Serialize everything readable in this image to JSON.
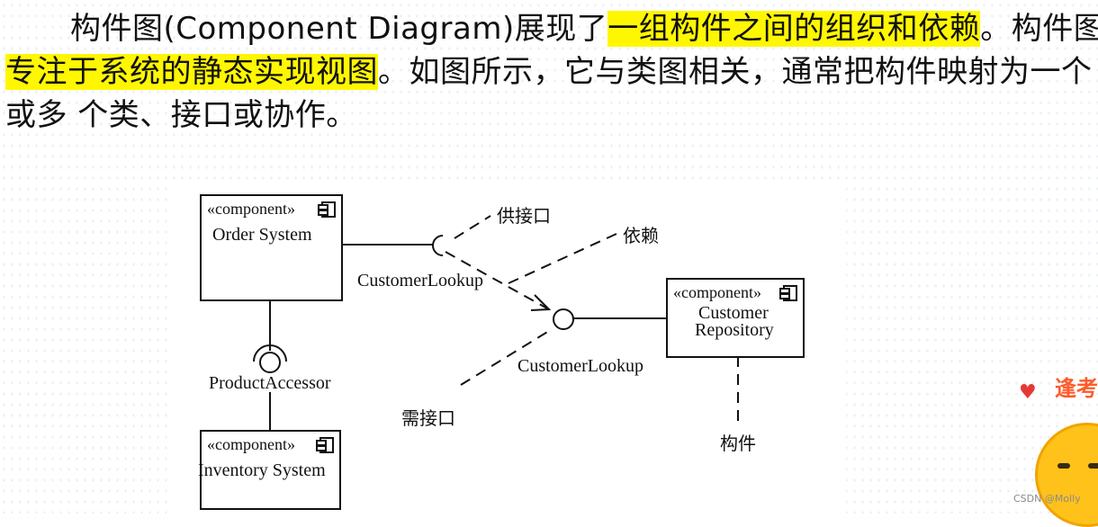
{
  "text": {
    "line1_pre": "构件图(Component Diagram)展现了",
    "line1_hl": "一组构件之间的组织和依赖",
    "line1_post": "。构件图",
    "line2_hl": "专注于系统的静态实现视图",
    "line2_post": "。如图所示，它与类图相关，通常把构件映射为一个",
    "line3": "或多 个类、接口或协作。"
  },
  "diagram": {
    "components": [
      {
        "stereotype": "«component»",
        "name": "Order System"
      },
      {
        "stereotype": "«component»",
        "name_line1": "Customer",
        "name_line2": "Repository"
      },
      {
        "stereotype": "«component»",
        "name": "Inventory System"
      }
    ],
    "interface_labels": {
      "customer_lookup_left": "CustomerLookup",
      "customer_lookup_right": "CustomerLookup",
      "product_accessor": "ProductAccessor"
    },
    "callouts": {
      "provided_interface": "供接口",
      "dependency": "依赖",
      "required_interface": "需接口",
      "component": "构件"
    }
  },
  "overlay": {
    "brand": "逢考",
    "watermark": "CSDN @Molly"
  },
  "colors": {
    "highlight": "#fff700",
    "text": "#111111",
    "brand": "#ff5a2a"
  }
}
